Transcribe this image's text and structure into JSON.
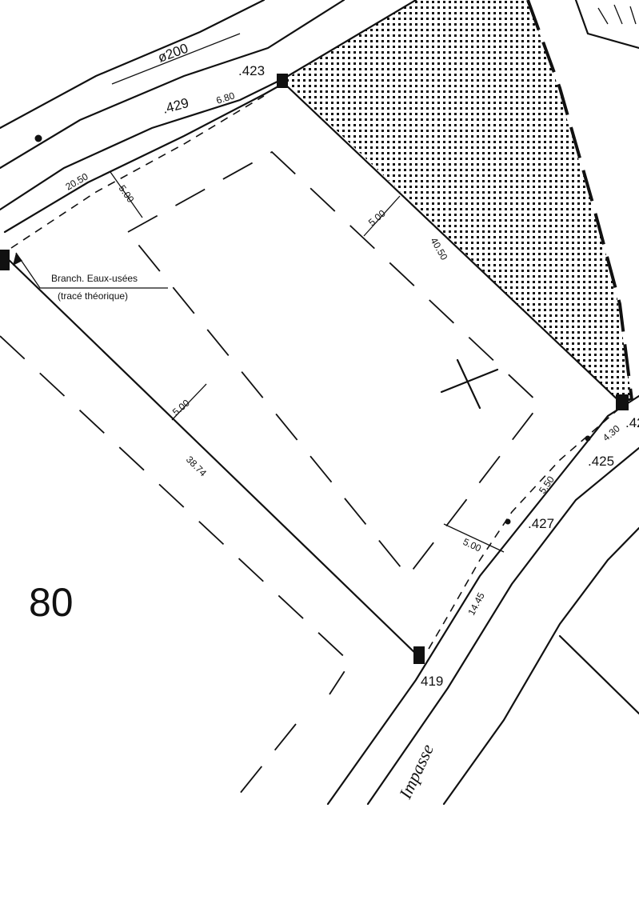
{
  "parcel_number": "80",
  "pipe_label": "ø200",
  "street_name": "Impasse",
  "network_note": {
    "line1": "Branch. Eaux-usées",
    "line2": "(tracé théorique)"
  },
  "point_labels": {
    "p423": ".423",
    "p429": ".429",
    "p425": ".425",
    "p427": ".427",
    "p419": "419",
    "p42x": ".42"
  },
  "dimensions": {
    "north_edge": "6.80",
    "north_edge_b": "20.50",
    "west_offset": "5.00",
    "east_edge": "40.50",
    "east_offset": "5.00",
    "south_edge": "38.74",
    "south_offset": "5.00",
    "road_edge": "14.45",
    "road_offset": "5.00",
    "road_edge_b": "5.50",
    "corner_dim": "4.30"
  },
  "colors": {
    "ink": "#111111",
    "paper": "#ffffff"
  }
}
